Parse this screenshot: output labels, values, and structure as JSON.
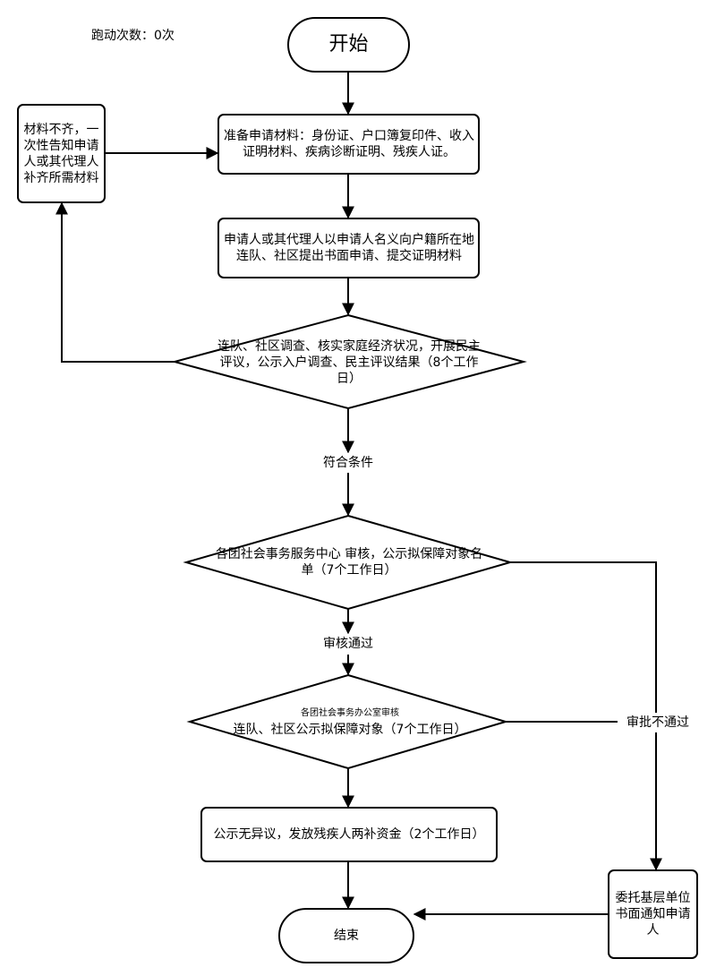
{
  "counter": "跑动次数：0次",
  "nodes": {
    "start": "开始",
    "prepare": "准备申请材料：身份证、户口簿复印件、收入证明材料、疾病诊断证明、残疾人证。",
    "incomplete": "材料不齐，一次性告知申请人或其代理人补齐所需材料",
    "apply": "申请人或其代理人以申请人名义向户籍所在地连队、社区提出书面申请、提交证明材料",
    "investigate": "连队、社区调查、核实家庭经济状况，开展民主评议，公示入户调查、民主评议结果（8个工作日）",
    "review_center": "各团社会事务服务中心 审核，公示拟保障对象名单（7个工作日）",
    "review_office_prefix": "各团社会事务办公室审核",
    "review_office": "连队、社区公示拟保障对象（7个工作日）",
    "disburse": "公示无异议，发放残疾人两补资金（2个工作日）",
    "notify": "委托基层单位书面通知申请人",
    "end": "结束"
  },
  "edge_labels": {
    "qualified": "符合条件",
    "approved": "审核通过",
    "rejected": "审批不通过"
  }
}
